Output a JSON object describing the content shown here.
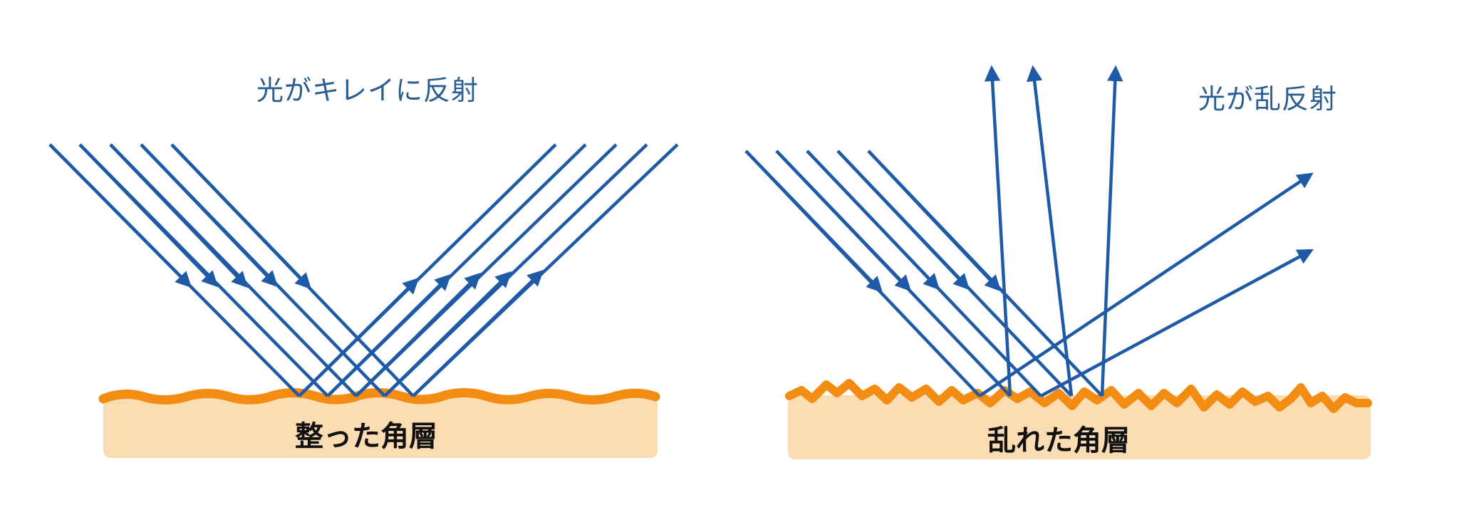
{
  "panels": [
    {
      "caption": "光がキレイに反射",
      "layer_label": "整った角層"
    },
    {
      "caption": "光が乱反射",
      "layer_label": "乱れた角層"
    }
  ],
  "colors": {
    "ray": "#1f5aa6",
    "skin_fill": "#fbdcb3",
    "skin_edge": "#f28c12",
    "caption_text": "#2a5d92",
    "label_text": "#111111"
  }
}
